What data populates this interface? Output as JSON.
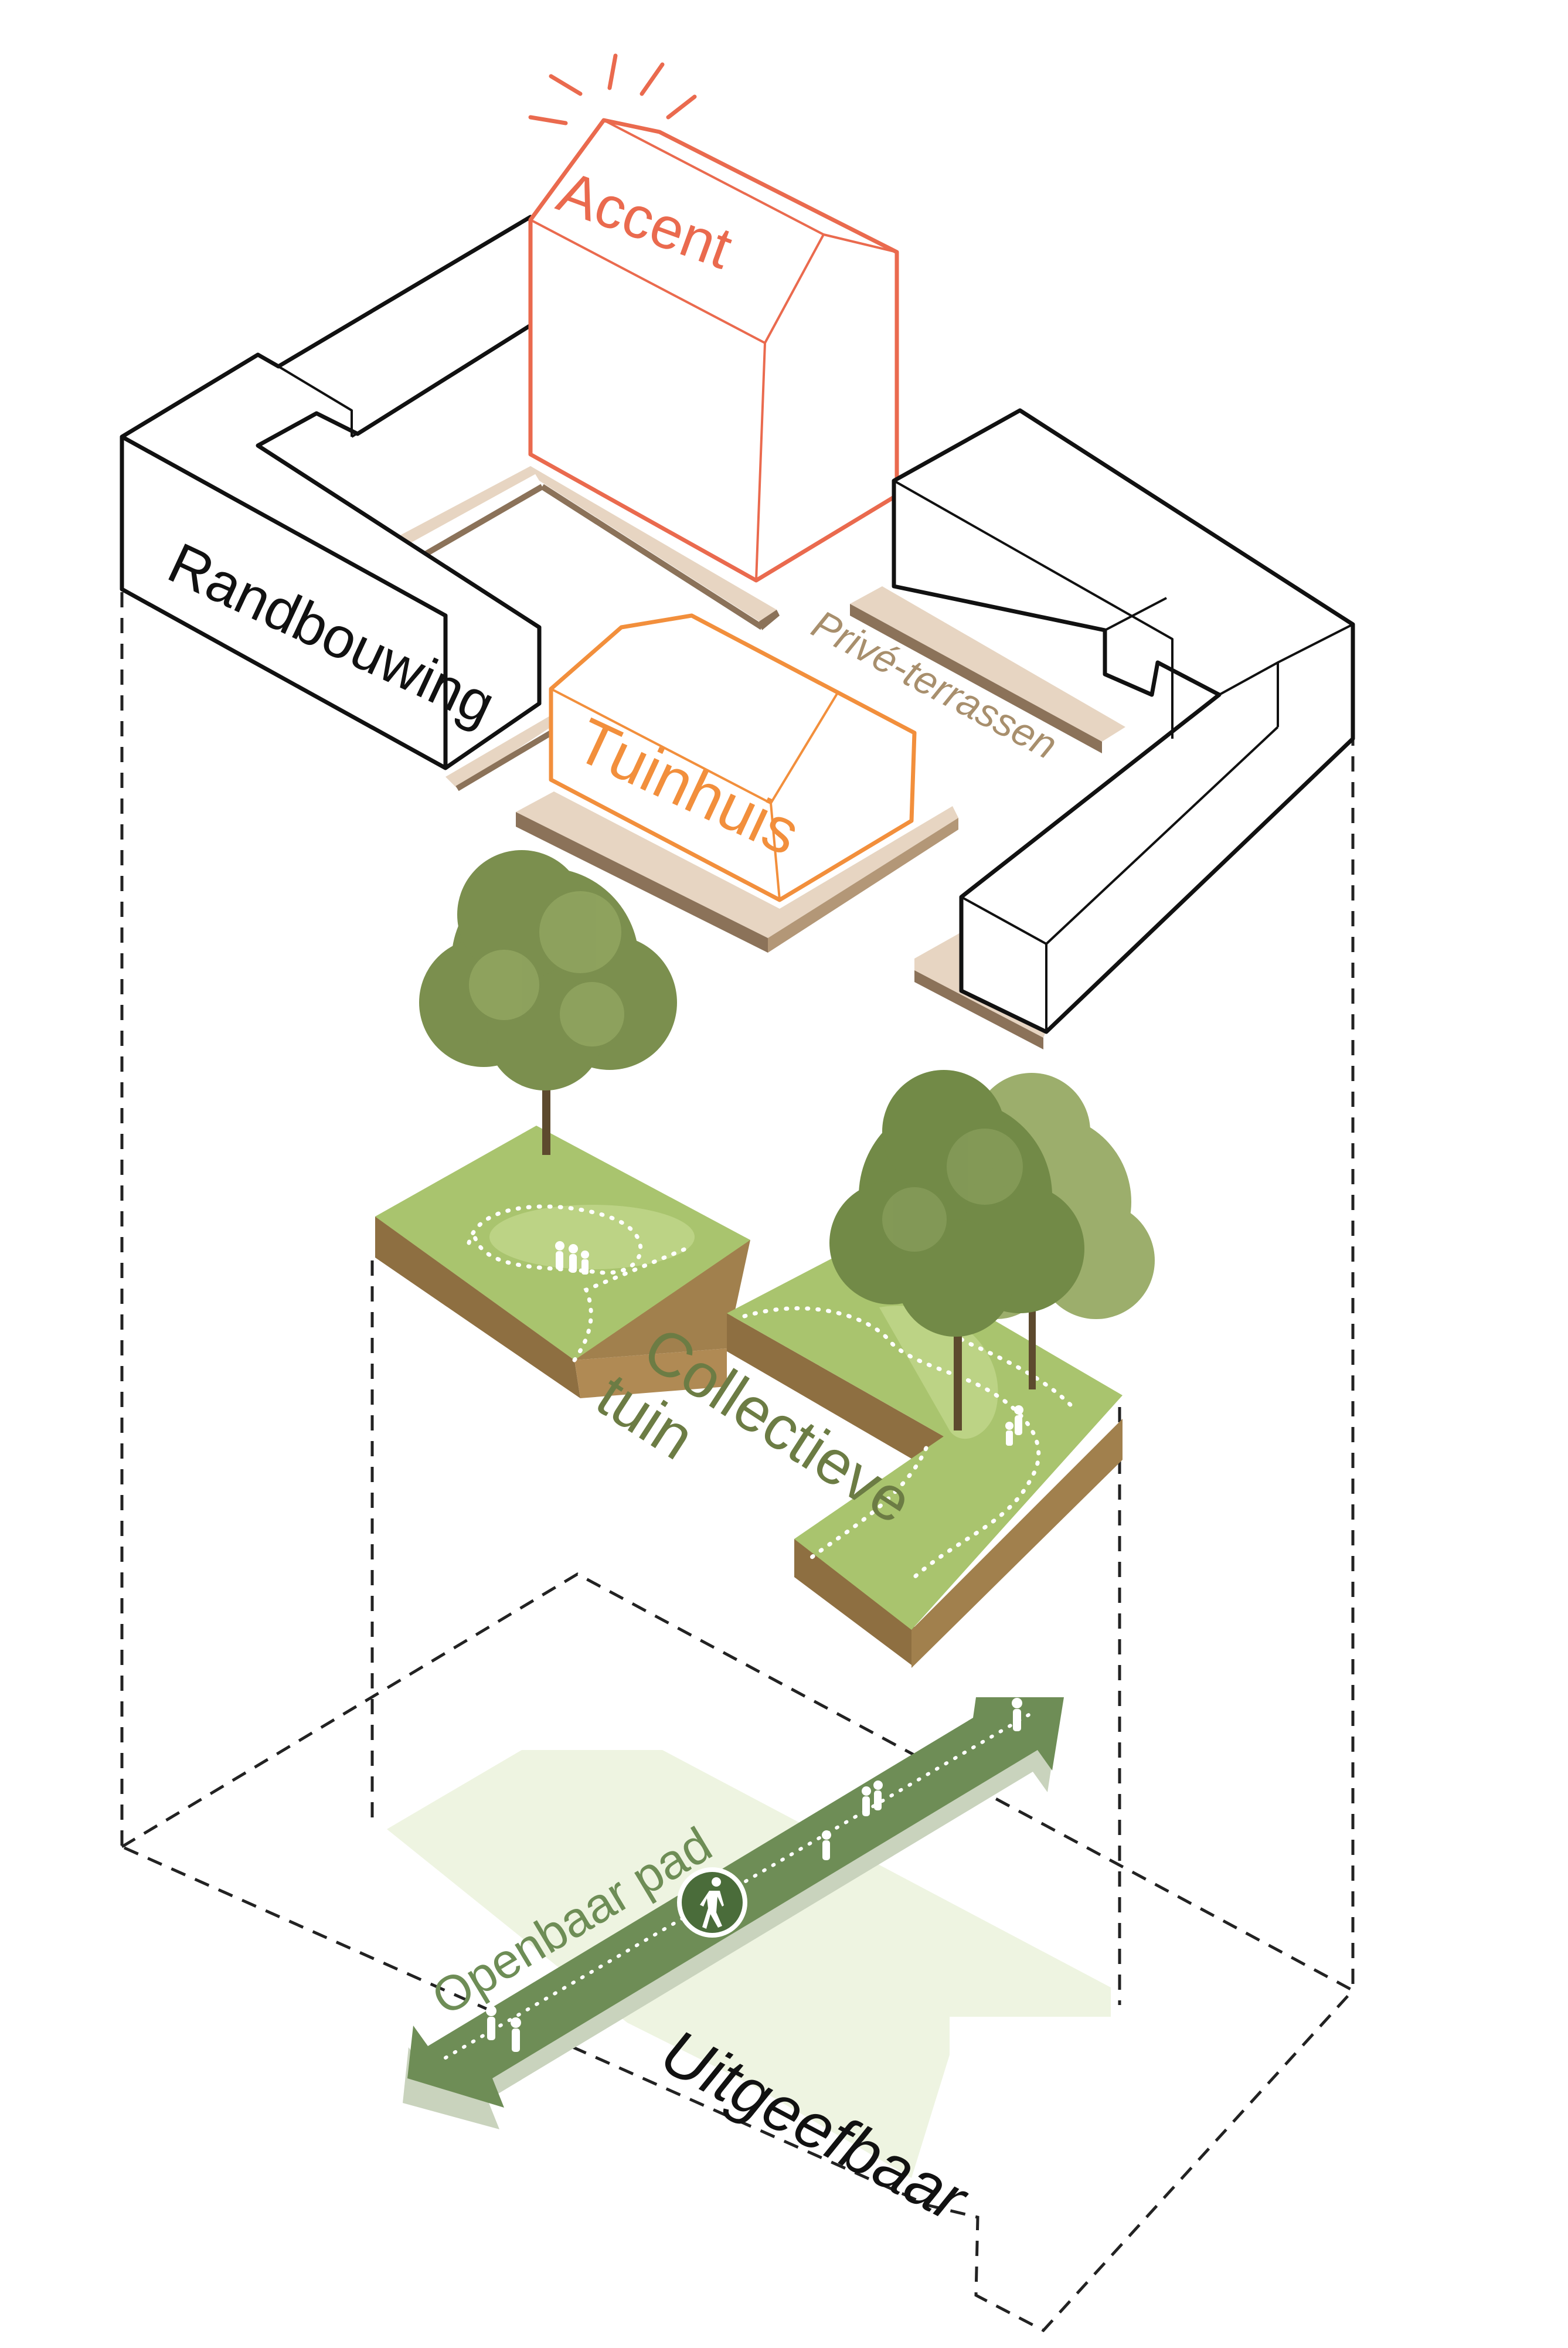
{
  "labels": {
    "accent": "Accent",
    "randbouwing": "Randbouwing",
    "tuinhuis": "Tuinhuis",
    "prive_terrassen": "Privé-terrassen",
    "collectieve": "Collectieve",
    "tuin": "tuin",
    "openbaar_pad": "Openbaar pad",
    "uitgeefbaar": "Uitgeefbaar"
  },
  "colors": {
    "accent": "#ea6a4e",
    "tuinhuis": "#f28f3c",
    "terrace": "#e7d5c2",
    "terrace_edge": "#8b7259",
    "garden_top": "#a9c46e",
    "garden_side": "#a1804d",
    "path_green": "#6e8d56",
    "tree": "#7b8f4e",
    "uitgeefbaar_fill": "#eef4e1"
  }
}
